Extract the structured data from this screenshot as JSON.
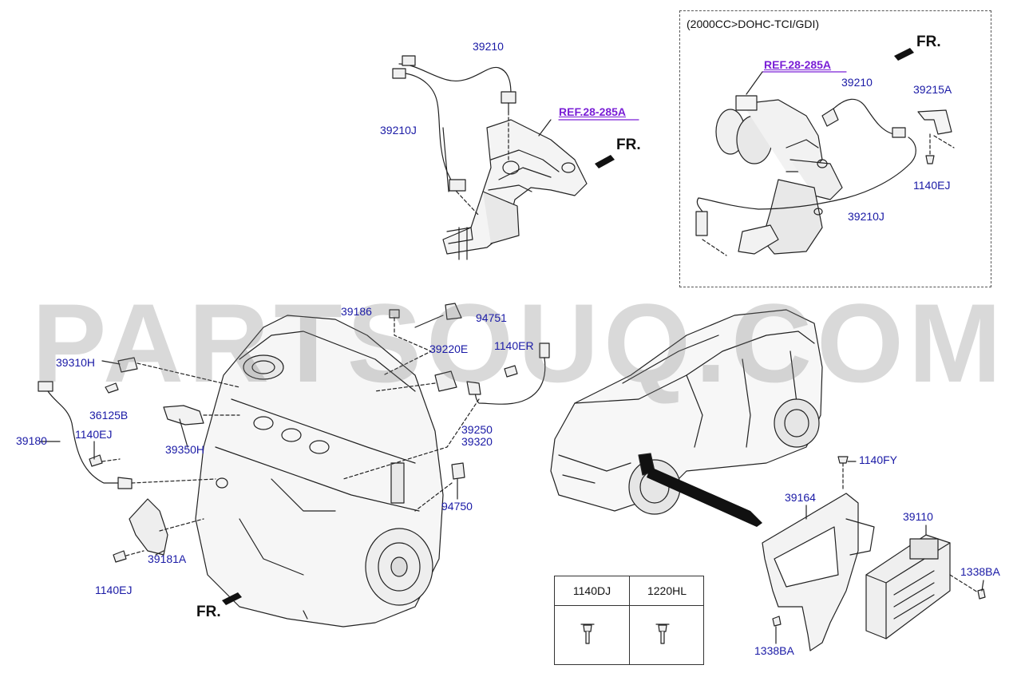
{
  "inset": {
    "title": "(2000CC>DOHC-TCI/GDI)"
  },
  "labels": {
    "p39210_main": "39210",
    "p39210J_main": "39210J",
    "ref_main": "REF.28-285A",
    "fr_main": "FR.",
    "ref_inset": "REF.28-285A",
    "fr_inset": "FR.",
    "p39210_inset": "39210",
    "p39215A": "39215A",
    "p1140EJ_inset": "1140EJ",
    "p39210J_inset": "39210J",
    "p39186": "39186",
    "p94751": "94751",
    "p39310H": "39310H",
    "p39220E": "39220E",
    "p1140ER": "1140ER",
    "p36125B": "36125B",
    "p39180": "39180",
    "p1140EJ_left": "1140EJ",
    "p39350H": "39350H",
    "p39250": "39250",
    "p39320": "39320",
    "p94750": "94750",
    "p39181A": "39181A",
    "p1140EJ_bottom": "1140EJ",
    "fr_engine": "FR.",
    "p1140FY": "1140FY",
    "p39164": "39164",
    "p39110": "39110",
    "p1338BA_right": "1338BA",
    "p1338BA_bottom": "1338BA"
  },
  "watermark": "PARTSOUQ.COM",
  "parts_table": {
    "columns": [
      {
        "code": "1140DJ"
      },
      {
        "code": "1220HL"
      }
    ]
  },
  "colors": {
    "part_number": "#1a1aa6",
    "reference": "#7a1fd6",
    "line_art": "#222222"
  }
}
